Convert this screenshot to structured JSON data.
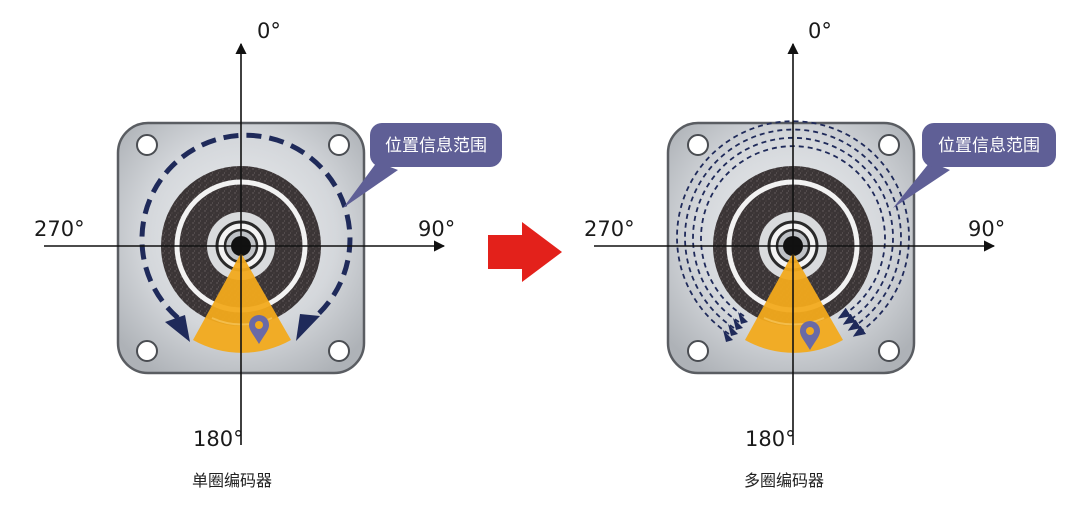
{
  "panels": [
    {
      "caption": "单圈编码器",
      "angle_top": "0°",
      "angle_right": "90°",
      "angle_bottom": "180°",
      "angle_left": "270°",
      "bubble_label": "位置信息范围"
    },
    {
      "caption": "多圈编码器",
      "angle_top": "0°",
      "angle_right": "90°",
      "angle_bottom": "180°",
      "angle_left": "270°",
      "bubble_label": "位置信息范围"
    }
  ],
  "colors": {
    "plate": "#cfd2d6",
    "plate_border": "#5a5d62",
    "disc": "#3b3536",
    "sector": "#f2aa1c",
    "navy": "#1f2a5a",
    "bubble": "#5f5f96",
    "arrow": "#e3211b",
    "pin": "#6a6aa6"
  }
}
